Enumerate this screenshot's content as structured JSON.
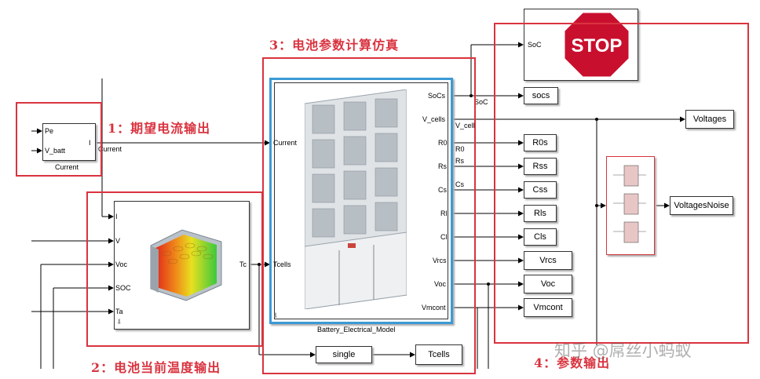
{
  "annotations": {
    "a1": "1：期望电流输出",
    "a2": "2：电池当前温度输出",
    "a3": "3：电池参数计算仿真",
    "a4": "4：参数输出"
  },
  "current_block": {
    "in_ports": [
      "Pe",
      "V_batt"
    ],
    "out_port": "I",
    "name": "Current",
    "signal": "Current"
  },
  "thermal_block": {
    "in_ports": [
      "I",
      "V",
      "Voc",
      "SOC",
      "Ta"
    ],
    "out_port": "Tc"
  },
  "battery_block": {
    "name": "Battery_Electrical_Model",
    "in_ports": [
      "Current",
      "Tcells"
    ],
    "out_ports": [
      "SoCs",
      "V_cells",
      "R0",
      "Rs",
      "Cs",
      "Rl",
      "Cl",
      "Vrcs",
      "Voc",
      "Vmcont"
    ]
  },
  "signal_labels": [
    "SoC",
    "V_cell",
    "R0",
    "Rs",
    "Cs"
  ],
  "stop_block": {
    "port": "SoC",
    "text": "STOP"
  },
  "output_blocks": [
    "socs",
    "Voltages",
    "R0s",
    "Rss",
    "Css",
    "Rls",
    "Cls",
    "Vrcs",
    "Voc",
    "Vmcont"
  ],
  "noise_block": {
    "label": "VoltagesNoise"
  },
  "single_block": {
    "label": "single",
    "target": "Tcells"
  },
  "watermark": "知乎 @屌丝小蚂蚁",
  "colors": {
    "annotation_red": "#d9333f",
    "selection_blue": "#3c9ad6",
    "stop_red": "#c8102e"
  }
}
